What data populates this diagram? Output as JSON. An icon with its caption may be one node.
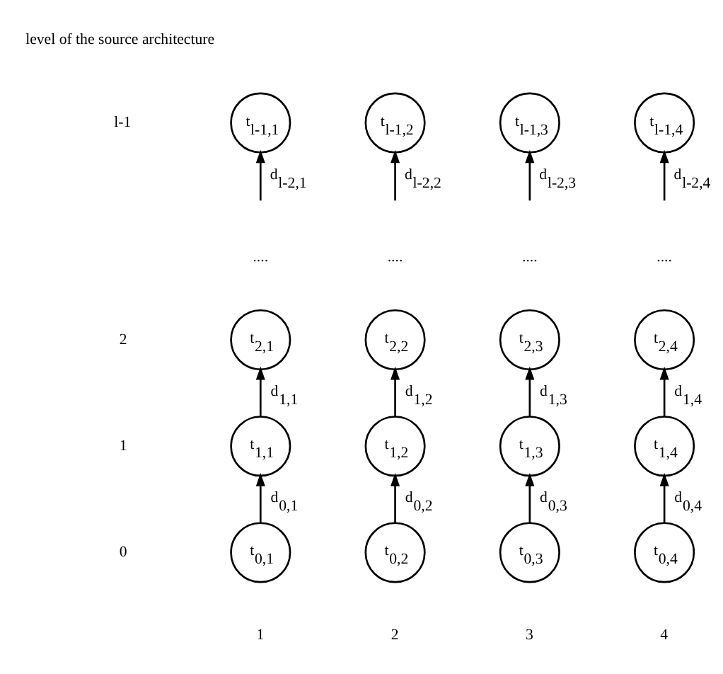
{
  "diagram": {
    "nodes": [
      {
        "text": [
          "t$_{l-1,1}$"
        ]
      },
      {
        "text": [
          "t$_{l-1,2}$"
        ]
      },
      {
        "text": [
          "t$_{l-1,3}$"
        ]
      },
      {
        "text": [
          "t$_{l-1,4}$"
        ]
      },
      {
        "text": [
          "t$_{2,1}$"
        ]
      },
      {
        "text": [
          "t$_{2,2}$"
        ]
      },
      {
        "text": [
          "t$_{2,3}$"
        ]
      },
      {
        "text": [
          "t$_{2,4}$"
        ]
      },
      {
        "text": [
          "t$_{1,1}$"
        ]
      },
      {
        "text": [
          "t$_{1,2}$"
        ]
      },
      {
        "text": [
          "t$_{1,3}$"
        ]
      },
      {
        "text": [
          "t$_{1,4}$"
        ]
      },
      {
        "text": [
          "t$_{0,1}$"
        ]
      },
      {
        "text": [
          "t$_{0,2}$"
        ]
      },
      {
        "text": [
          "t$_{0,3}$"
        ]
      },
      {
        "text": [
          "t$_{0,4}$"
        ]
      }
    ],
    "edges": [
      {
        "from": null,
        "to": 0,
        "arrow": "to",
        "label": "d$_{l-2,1}$"
      },
      {
        "from": null,
        "to": 1,
        "arrow": "to",
        "label": "d$_{l-2,2}$"
      },
      {
        "from": null,
        "to": 2,
        "arrow": "to",
        "label": "d$_{l-2,3}$"
      },
      {
        "from": null,
        "to": 3,
        "arrow": "to",
        "label": "d$_{l-2,4}$"
      },
      {
        "from": 8,
        "to": 4,
        "arrow": "to",
        "label": "d$_{1,1}$"
      },
      {
        "from": 9,
        "to": 5,
        "arrow": "to",
        "label": "d$_{1,2}$"
      },
      {
        "from": 10,
        "to": 6,
        "arrow": "to",
        "label": "d$_{1,3}$"
      },
      {
        "from": 11,
        "to": 7,
        "arrow": "to",
        "label": "d$_{1,4}$"
      },
      {
        "from": 12,
        "to": 8,
        "arrow": "to",
        "label": "d$_{0,1}$"
      },
      {
        "from": 13,
        "to": 9,
        "arrow": "to",
        "label": "d$_{0,2}$"
      },
      {
        "from": 14,
        "to": 10,
        "arrow": "to",
        "label": "d$_{0,3}$"
      },
      {
        "from": 15,
        "to": 11,
        "arrow": "to",
        "label": "d$_{0,4}$"
      }
    ],
    "labels": [
      "level of the source architecture",
      "l-1",
      "....",
      "....",
      "....",
      "....",
      "2",
      "1",
      "0",
      "1",
      "2",
      "3",
      "4"
    ]
  }
}
